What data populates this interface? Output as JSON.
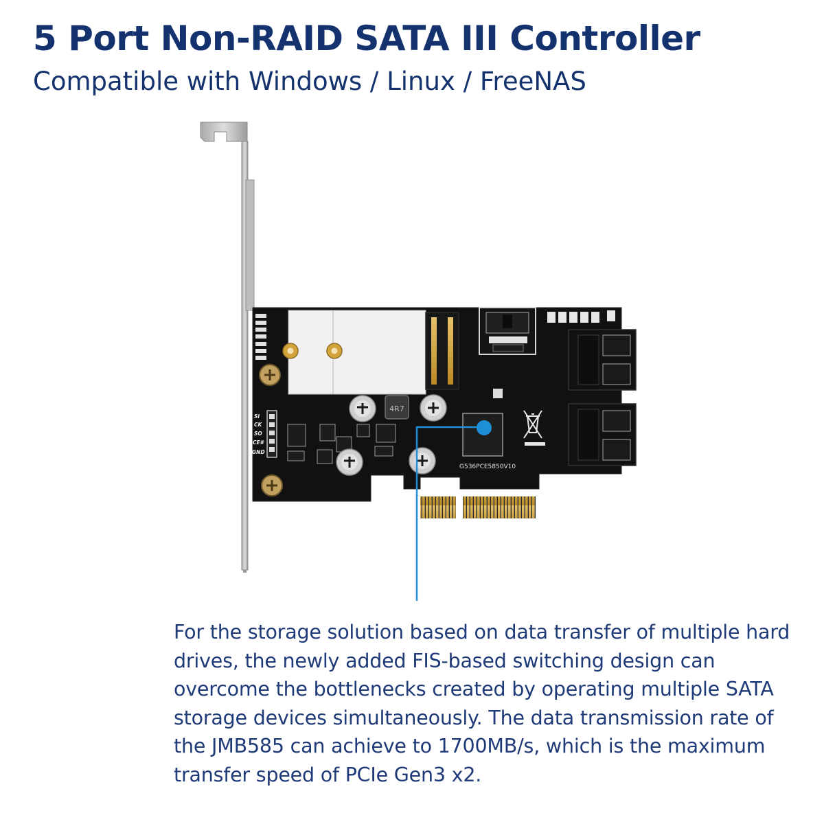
{
  "header": {
    "title": "5 Port Non-RAID SATA III Controller",
    "subtitle": "Compatible with Windows / Linux / FreeNAS"
  },
  "product_image": {
    "chip_marking": "G536PCE5850V10",
    "inductor_marking": "4R7",
    "header_pin_labels": [
      "SI",
      "CK",
      "SO",
      "CE#",
      "GND"
    ],
    "icons": [
      "weee-crossed-bin-icon",
      "callout-dot-icon"
    ]
  },
  "description": {
    "text": "For the storage solution based on data transfer of multiple hard drives, the newly added FIS-based switching design can overcome the bottlenecks created by operating multiple SATA storage devices simultaneously. The data transmission rate of the JMB585 can achieve to 1700MB/s, which is the maximum transfer speed of PCIe Gen3 x2."
  },
  "colors": {
    "heading": "#14326e",
    "body_text": "#1f3a78",
    "accent_blue": "#1e90d8",
    "pcb_black": "#111111",
    "gold_contacts": "#d4a43a",
    "bracket_silver": "#c7c7c7"
  }
}
